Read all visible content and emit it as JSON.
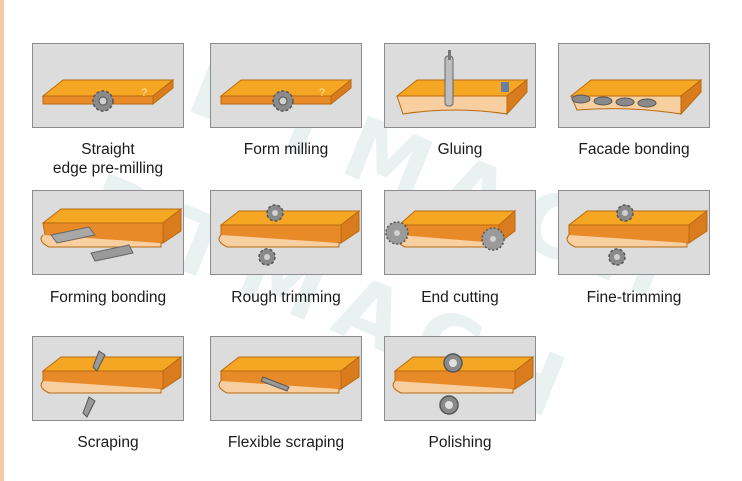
{
  "steps": [
    {
      "id": "straight-edge-pre-milling",
      "label_line1": "Straight",
      "label_line2": "edge pre-milling"
    },
    {
      "id": "form-milling",
      "label_line1": "Form milling",
      "label_line2": ""
    },
    {
      "id": "gluing",
      "label_line1": "Gluing",
      "label_line2": ""
    },
    {
      "id": "facade-bonding",
      "label_line1": "Facade bonding",
      "label_line2": ""
    },
    {
      "id": "forming-bonding",
      "label_line1": "Forming bonding",
      "label_line2": ""
    },
    {
      "id": "rough-trimming",
      "label_line1": "Rough trimming",
      "label_line2": ""
    },
    {
      "id": "end-cutting",
      "label_line1": "End cutting",
      "label_line2": ""
    },
    {
      "id": "fine-trimming",
      "label_line1": "Fine-trimming",
      "label_line2": ""
    },
    {
      "id": "scraping",
      "label_line1": "Scraping",
      "label_line2": ""
    },
    {
      "id": "flexible-scraping",
      "label_line1": "Flexible scraping",
      "label_line2": ""
    },
    {
      "id": "polishing",
      "label_line1": "Polishing",
      "label_line2": ""
    }
  ],
  "watermark": {
    "text": "DTMACH"
  },
  "colors": {
    "panel_bg": "#dcdcdc",
    "board_top": "#f5a623",
    "board_front": "#e8892a",
    "edge_band": "#f7cfa0",
    "tool_gray": "#8a8a8a"
  }
}
